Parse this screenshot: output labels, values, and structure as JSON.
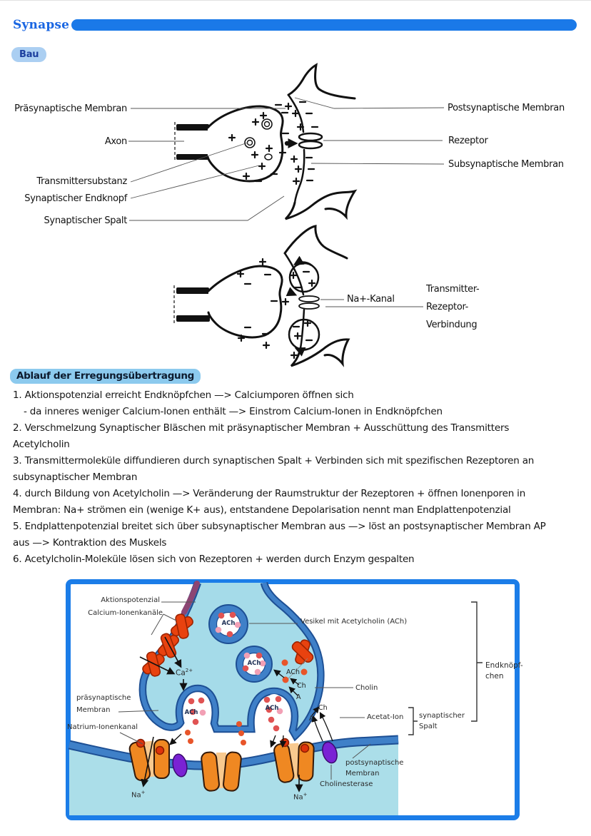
{
  "page": {
    "title": "Synapse"
  },
  "badges": {
    "bau": "Bau"
  },
  "diagram1": {
    "left_labels": [
      "Präsynaptische Membran",
      "Axon",
      "Transmittersubstanz",
      "Synaptischer Endknopf",
      "Synaptischer Spalt"
    ],
    "right_labels": [
      "Postsynaptische Membran",
      "Rezeptor",
      "Subsynaptische Membran"
    ]
  },
  "diagram2": {
    "channel_label": "Na+-Kanal",
    "connection_label_lines": [
      "Transmitter-",
      "Rezeptor-",
      "Verbindung"
    ]
  },
  "ablauf": {
    "heading": "Ablauf der Erregungsübertragung",
    "lines": [
      {
        "t": "1.  Aktionspotenzial erreicht Endknöpfchen —> Calciumporen öffnen sich",
        "ind": 0
      },
      {
        "t": "- da inneres weniger Calcium-Ionen enthält —> Einstrom Calcium-Ionen in Endknöpfchen",
        "ind": 1
      },
      {
        "t": "2.  Verschmelzung Synaptischer Bläschen mit präsynaptischer Membran + Ausschüttung des Transmitters",
        "ind": 0
      },
      {
        "t": "Acetylcholin",
        "ind": 0
      },
      {
        "t": "3.  Transmittermoleküle diffundieren durch synaptischen Spalt + Verbinden sich mit spezifischen Rezeptoren an",
        "ind": 0
      },
      {
        "t": "subsynaptischer Membran",
        "ind": 0
      },
      {
        "t": "4.  durch Bildung von Acetylcholin —> Veränderung der Raumstruktur der Rezeptoren + öffnen Ionenporen in",
        "ind": 0
      },
      {
        "t": "Membran: Na+ strömen ein (wenige K+ aus), entstandene Depolarisation nennt man Endplattenpotenzial",
        "ind": 0
      },
      {
        "t": "5.  Endplattenpotenzial breitet sich über subsynaptischer Membran aus —> löst an postsynaptischer Membran AP",
        "ind": 0
      },
      {
        "t": "aus —> Kontraktion des Muskels",
        "ind": 0
      },
      {
        "t": "6.  Acetylcholin-Moleküle lösen sich von Rezeptoren + werden durch Enzym gespalten",
        "ind": 0
      }
    ]
  },
  "figure": {
    "labels": {
      "aktionspotenzial": "Aktionspotenzial",
      "calcium_kanaele": "Calcium-Ionenkanäle",
      "ca_base": "Ca",
      "ca_sup": "2+",
      "vesikel": "Vesikel mit Acetylcholin (ACh)",
      "praesynaptische_1": "präsynaptische",
      "praesynaptische_2": "Membran",
      "natrium": "Natrium-Ionenkanal",
      "cholin": "Cholin",
      "acetat": "Acetat-Ion",
      "endknoepfchen_1": "Endknöpf-",
      "endknoepfchen_2": "chen",
      "synaptischer_spalt_1": "synaptischer",
      "synaptischer_spalt_2": "Spalt",
      "postsynaptische_1": "postsynaptische",
      "postsynaptische_2": "Membran",
      "cholinesterase": "Cholinesterase",
      "na_base": "Na",
      "na_sup": "+",
      "ach": "ACh",
      "ch": "Ch",
      "a": "A"
    }
  },
  "colors": {
    "accent_blue": "#1a79e8",
    "badge_bg": "#abcff2",
    "heading_highlight": "#8ccaee",
    "figure_border": "#1b7de8",
    "membrane_blue": "#3f80c8",
    "cytoplasm_cyan": "#a5dbe9",
    "calcium_channel_red": "#e8420f",
    "sodium_channel_orange": "#ef8822",
    "cholinesterase_purple": "#7a22d4",
    "ach_dot_red": "#e05353",
    "ach_dot_pink": "#f2a0b5"
  }
}
